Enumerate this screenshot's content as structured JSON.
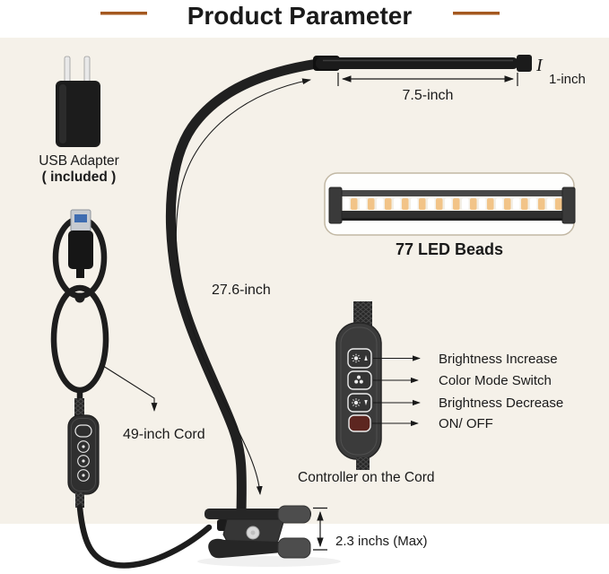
{
  "title": "Product Parameter",
  "colors": {
    "accent": "#B1601C",
    "canvas_cream": "#F5F1E9",
    "ink": "#1A1A1A",
    "lamp_black": "#1E1E1E",
    "controller_body": "#3B3B3B",
    "power_button_red": "#5D2620",
    "led_warm": "#F2C488"
  },
  "usb_adapter": {
    "label_line1": "USB Adapter",
    "label_line2": "( included )"
  },
  "dimensions": {
    "head_length": "7.5-inch",
    "head_width_symbol": "I",
    "head_width": "1-inch",
    "gooseneck_length": "27.6-inch",
    "cord_length": "49-inch Cord",
    "clamp_opening": "2.3 inchs (Max)"
  },
  "led_strip": {
    "label": "77 LED Beads"
  },
  "controller": {
    "caption": "Controller on the Cord",
    "buttons": [
      {
        "icon": "brightness-increase-icon",
        "label": "Brightness Increase"
      },
      {
        "icon": "color-mode-icon",
        "label": "Color Mode Switch"
      },
      {
        "icon": "brightness-decrease-icon",
        "label": "Brightness Decrease"
      },
      {
        "icon": "power-icon",
        "label": "ON/ OFF"
      }
    ]
  }
}
